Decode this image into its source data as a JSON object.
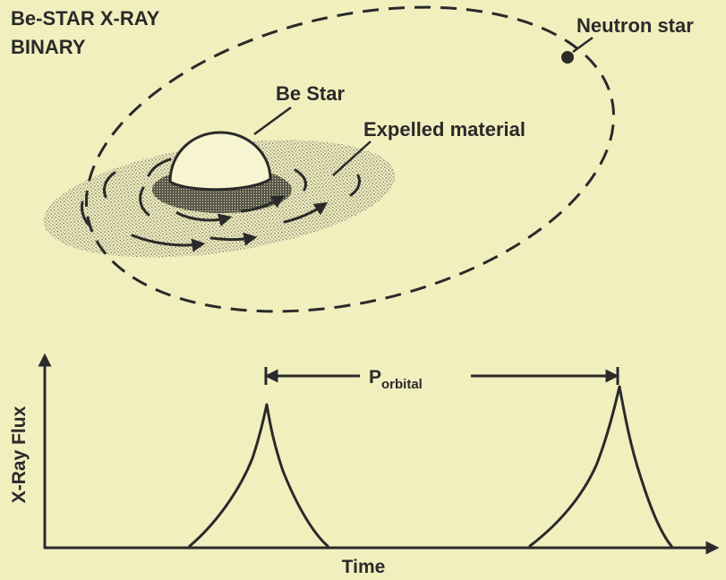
{
  "title": {
    "line1": "Be-STAR X-RAY",
    "line2": "BINARY"
  },
  "labels": {
    "be_star": "Be Star",
    "expelled_material": "Expelled material",
    "neutron_star": "Neutron star"
  },
  "plot": {
    "ylabel": "X-Ray Flux",
    "xlabel": "Time",
    "period_symbol": "P",
    "period_subscript": "orbital"
  },
  "colors": {
    "background": "#f2efbf",
    "ink": "#2a2a2a",
    "disk": "#9a9a8a"
  }
}
